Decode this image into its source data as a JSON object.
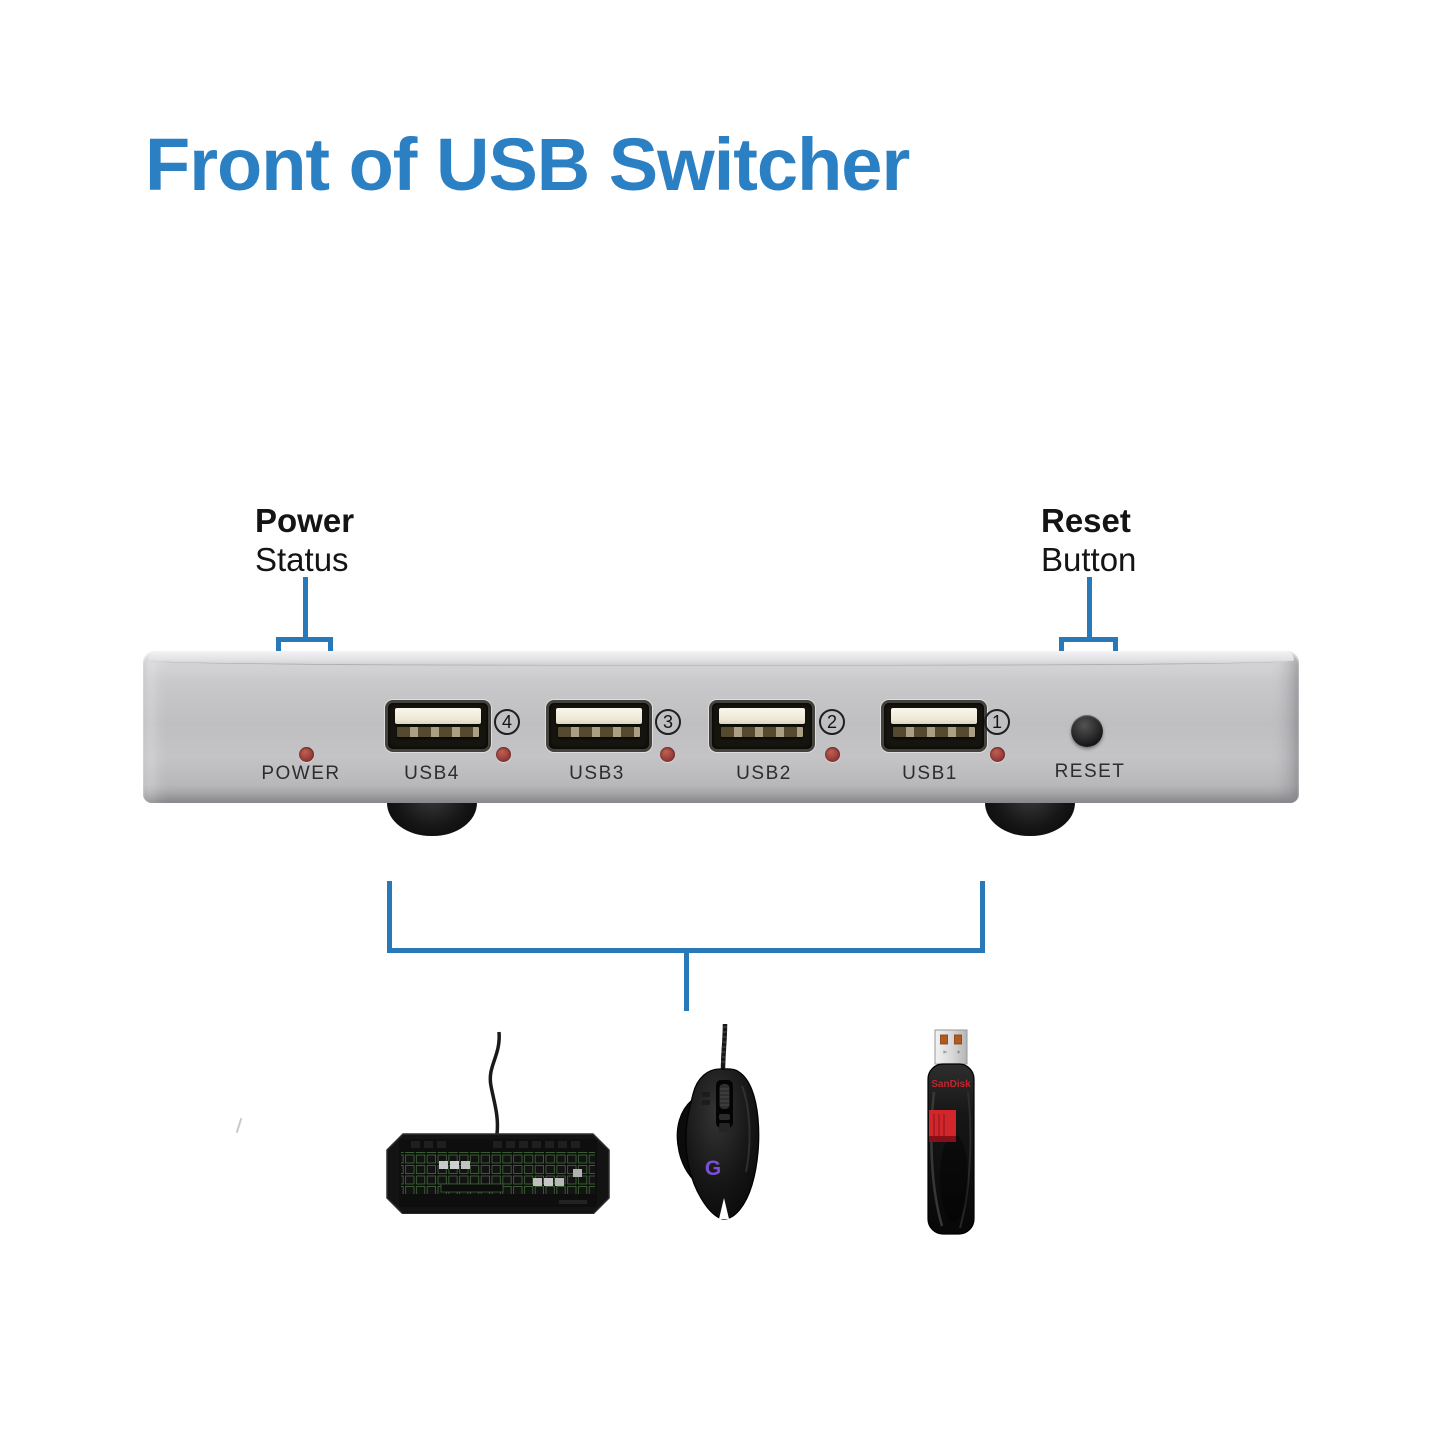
{
  "title": "Front of USB Switcher",
  "annotations": {
    "power": {
      "title": "Power",
      "subtitle": "Status"
    },
    "reset": {
      "title": "Reset",
      "subtitle": "Button"
    }
  },
  "device": {
    "power_label": "POWER",
    "reset_label": "RESET",
    "ports": [
      {
        "label": "USB4",
        "number": "4"
      },
      {
        "label": "USB3",
        "number": "3"
      },
      {
        "label": "USB2",
        "number": "2"
      },
      {
        "label": "USB1",
        "number": "1"
      }
    ]
  },
  "peripherals": {
    "flash_drive_brand": "SanDisk",
    "mouse_logo": "G"
  },
  "colors": {
    "title_blue": "#2b7fc3",
    "callout_line_blue": "#2979b9",
    "led_red": "#9a4040",
    "device_silver": "#c3c3c5",
    "mouse_logo_purple": "#7b4fd6",
    "sandisk_red": "#c4242c",
    "keyboard_backlight_green": "#4a7a40"
  }
}
